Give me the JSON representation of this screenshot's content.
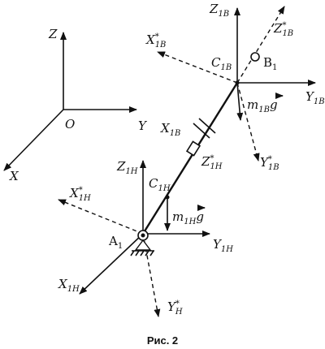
{
  "global_frame": {
    "z": "Z",
    "y": "Y",
    "x": "X",
    "origin": "O"
  },
  "upper_frame": {
    "z": "Z",
    "z_sub": "1B",
    "y": "Y",
    "y_sub": "1B",
    "x_star": "X",
    "x_star_sup": "*",
    "x_star_sub": "1B",
    "y_star": "Y",
    "y_star_sup": "*",
    "y_star_sub": "1B",
    "z_star": "Z",
    "z_star_sup": "*",
    "z_star_sub": "1B",
    "c": "C",
    "c_sub": "1B",
    "point": "B",
    "point_sub": "1",
    "gravity": "m",
    "gravity_sub": "1B",
    "gravity_vec": "g",
    "x_link": "X",
    "x_link_sub": "1B"
  },
  "lower_frame": {
    "z": "Z",
    "z_sub": "1H",
    "y": "Y",
    "y_sub": "1H",
    "x": "X",
    "x_sub": "1H",
    "x_star": "X",
    "x_star_sup": "*",
    "x_star_sub": "1H",
    "y_star": "Y",
    "y_star_sup": "*",
    "y_star_sub": "H",
    "z_star": "Z",
    "z_star_sup": "*",
    "z_star_sub": "1H",
    "c": "C",
    "c_sub": "1H",
    "point": "A",
    "point_sub": "1",
    "gravity": "m",
    "gravity_sub": "1H",
    "gravity_vec": "g"
  },
  "caption": "Рис. 2"
}
